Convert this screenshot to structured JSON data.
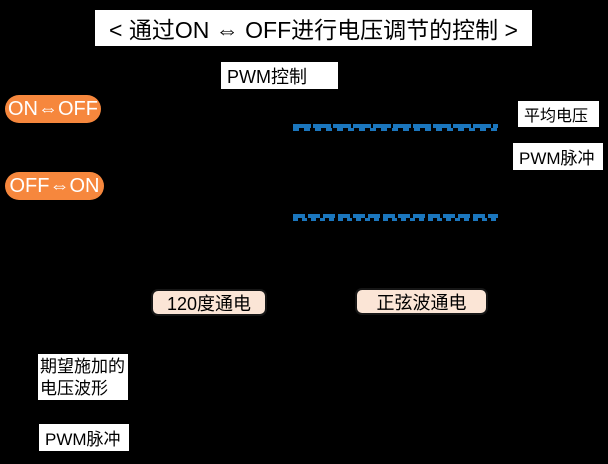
{
  "colors": {
    "background": "#000000",
    "accent_orange": "#F6873D",
    "pulse_blue": "#1B76BD",
    "box_beige": "#FBE5D6",
    "box_white": "#FFFFFF"
  },
  "header": {
    "title": "< 通过ON ⇔ OFF进行电压调节的控制 >"
  },
  "diagram": {
    "pwm_control_label": "PWM控制",
    "badges": {
      "on_off": "ON⇔OFF",
      "off_on": "OFF⇔ON"
    },
    "right_labels": {
      "average_voltage": "平均电压",
      "pwm_pulse": "PWM脉冲"
    },
    "mode_boxes": {
      "deg120": "120度通电",
      "sine": "正弦波通电"
    },
    "bottom_labels": {
      "desired_line1": "期望施加的",
      "desired_line2": "电压波形",
      "pwm_pulse": "PWM脉冲"
    }
  }
}
